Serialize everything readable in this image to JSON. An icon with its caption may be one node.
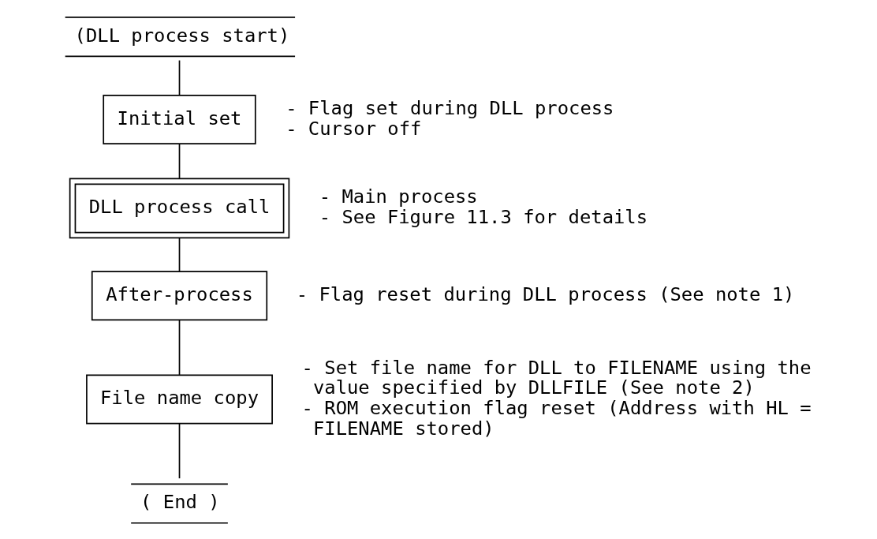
{
  "diagram": {
    "nodes": [
      {
        "text": [
          "(DLL process start)"
        ]
      },
      {
        "text": [
          "Initial set"
        ],
        "beside": [
          "- Flag set during DLL process",
          "- Cursor off"
        ]
      },
      {
        "text": [
          "DLL process call"
        ],
        "beside": [
          "- Main process",
          "- See Figure 11.3 for details"
        ]
      },
      {
        "text": [
          "After-process"
        ],
        "beside": [
          "- Flag reset during DLL process (See note 1)"
        ]
      },
      {
        "text": [
          "File name copy"
        ],
        "beside": [
          "- Set file name for DLL to FILENAME using the value specified by DLLFILE (See note 2)",
          "- ROM execution flag reset (Address with HL = FILENAME stored)"
        ]
      },
      {
        "text": [
          "( End )"
        ]
      }
    ],
    "edges": [
      {
        "from": 0,
        "to": 1,
        "arrow": "none"
      },
      {
        "from": 1,
        "to": 2,
        "arrow": "none"
      },
      {
        "from": 2,
        "to": 3,
        "arrow": "none"
      },
      {
        "from": 3,
        "to": 4,
        "arrow": "none"
      },
      {
        "from": 4,
        "to": 5,
        "arrow": "none"
      }
    ]
  }
}
